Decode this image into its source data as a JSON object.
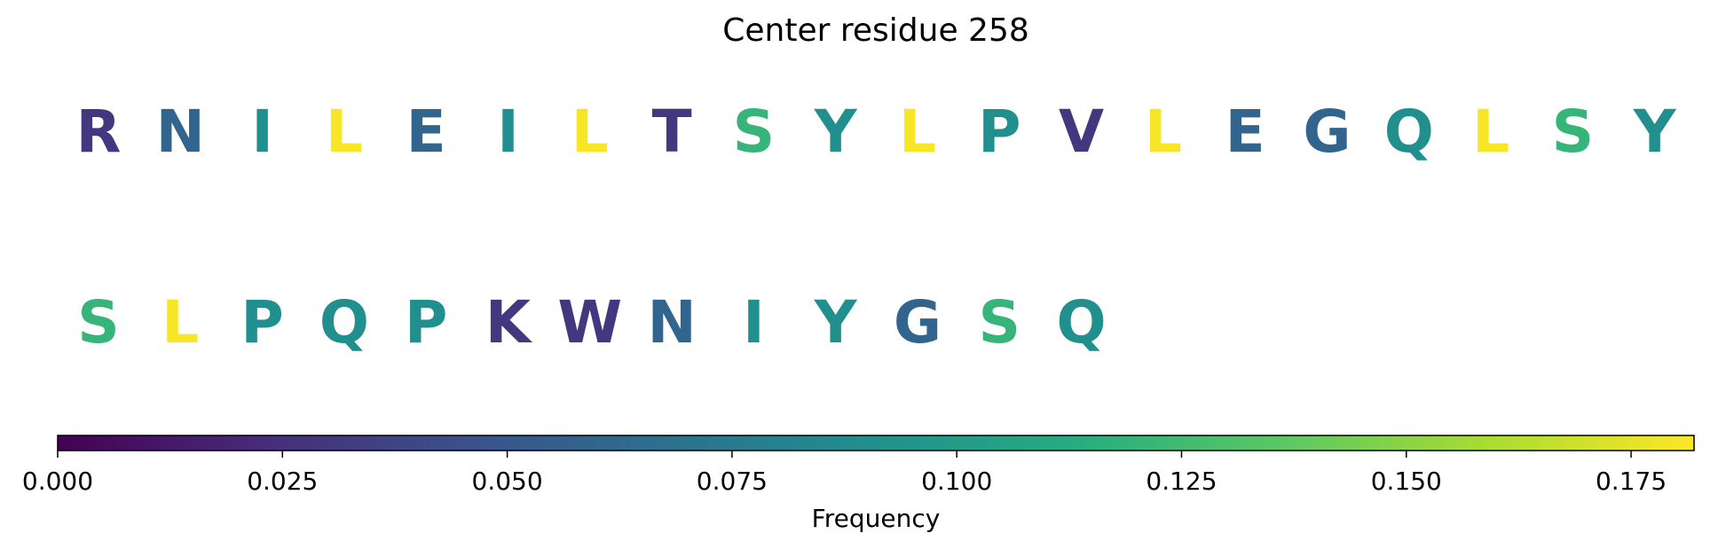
{
  "chart_data": {
    "type": "heatmap",
    "title": "Center residue 258",
    "colormap": "viridis",
    "rows": [
      {
        "residues": [
          "R",
          "N",
          "I",
          "L",
          "E",
          "I",
          "L",
          "T",
          "S",
          "Y",
          "L",
          "P",
          "V",
          "L",
          "E",
          "G",
          "Q",
          "L",
          "S",
          "Y"
        ],
        "frequencies": [
          0.03,
          0.06,
          0.09,
          0.18,
          0.06,
          0.09,
          0.18,
          0.03,
          0.12,
          0.09,
          0.18,
          0.09,
          0.03,
          0.18,
          0.06,
          0.06,
          0.09,
          0.18,
          0.12,
          0.09
        ]
      },
      {
        "residues": [
          "S",
          "L",
          "P",
          "Q",
          "P",
          "K",
          "W",
          "N",
          "I",
          "Y",
          "G",
          "S",
          "Q"
        ],
        "frequencies": [
          0.12,
          0.18,
          0.09,
          0.09,
          0.09,
          0.03,
          0.03,
          0.06,
          0.09,
          0.09,
          0.06,
          0.12,
          0.09
        ]
      }
    ],
    "colorbar": {
      "label": "Frequency",
      "range": [
        0,
        0.182
      ],
      "ticks": [
        0.0,
        0.025,
        0.05,
        0.075,
        0.1,
        0.125,
        0.15,
        0.175
      ],
      "tick_labels": [
        "0.000",
        "0.025",
        "0.050",
        "0.075",
        "0.100",
        "0.125",
        "0.150",
        "0.175"
      ]
    }
  }
}
